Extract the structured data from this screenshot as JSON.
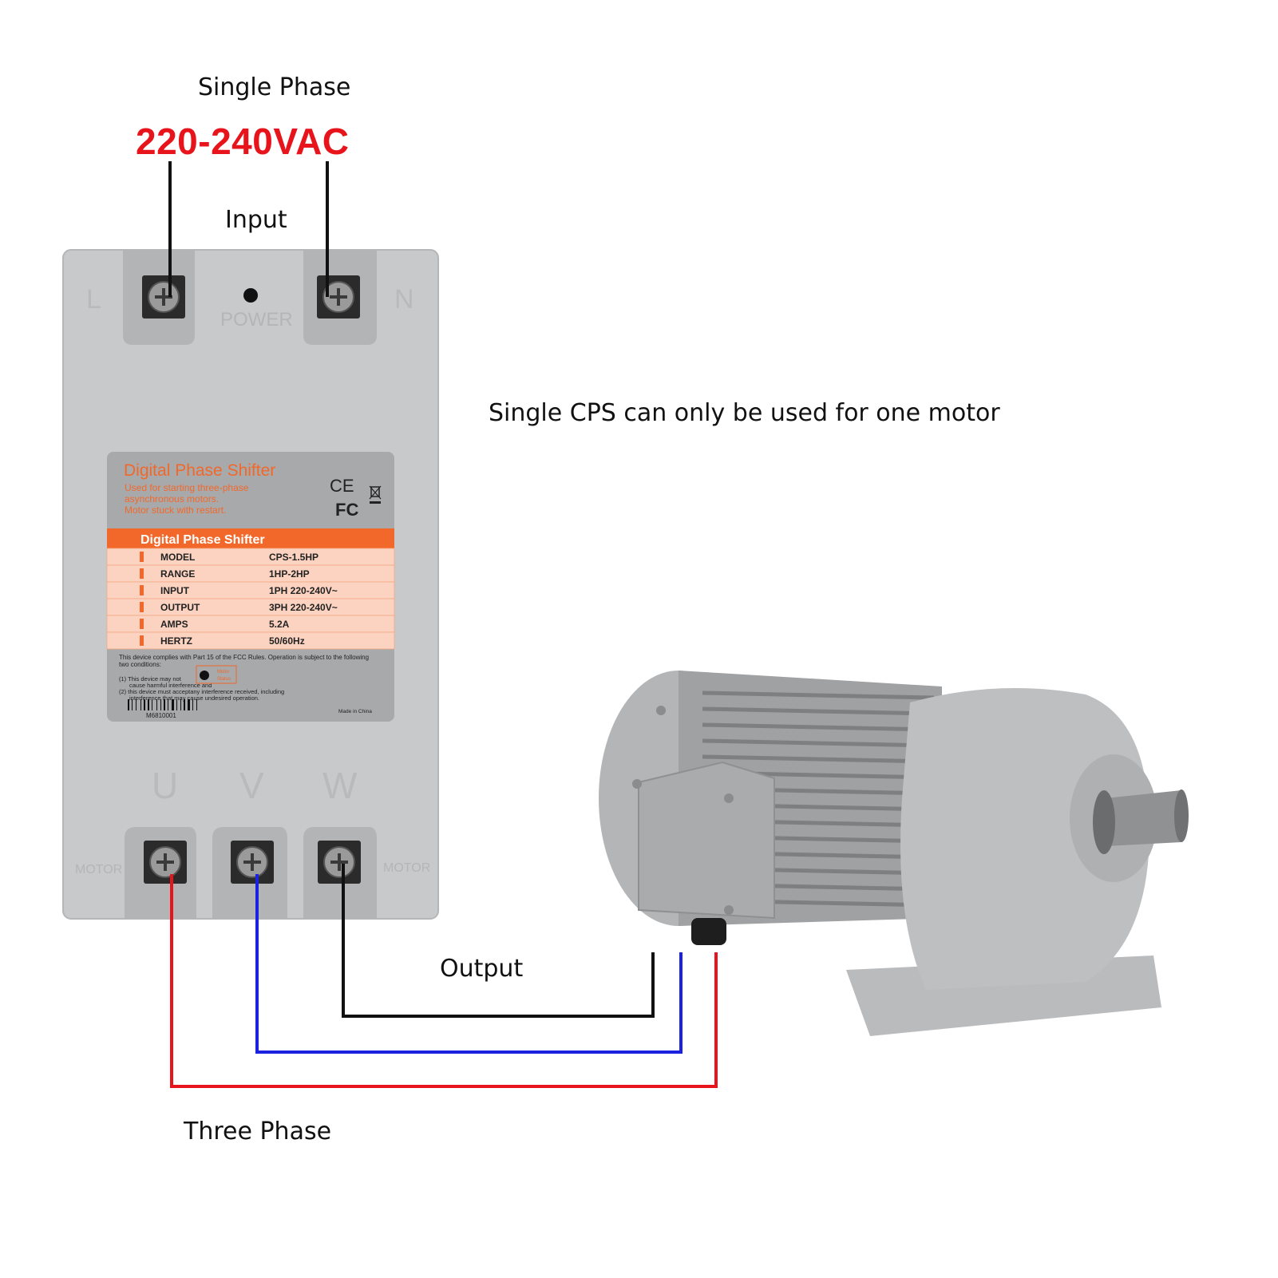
{
  "labels": {
    "single_phase": "Single Phase",
    "voltage": "220-240VAC",
    "input": "Input",
    "note": "Single CPS can only be used for one motor",
    "output": "Output",
    "three_phase": "Three Phase"
  },
  "device": {
    "terminal_top_left": "L",
    "terminal_top_right": "N",
    "power_label": "POWER",
    "terminal_u": "U",
    "terminal_v": "V",
    "terminal_w": "W",
    "motor_left": "MOTOR",
    "motor_right": "MOTOR",
    "nameplate": {
      "title": "Digital Phase Shifter",
      "desc_line1": "Used for starting three-phase",
      "desc_line2": "asynchronous motors.",
      "desc_line3": "Motor stuck with restart.",
      "ce_mark": "CE",
      "fc_mark": "FC",
      "header": "Digital Phase Shifter",
      "rows": [
        {
          "key": "MODEL",
          "value": "CPS-1.5HP"
        },
        {
          "key": "RANGE",
          "value": "1HP-2HP"
        },
        {
          "key": "INPUT",
          "value": "1PH 220-240V~"
        },
        {
          "key": "OUTPUT",
          "value": "3PH 220-240V~"
        },
        {
          "key": "AMPS",
          "value": "5.2A"
        },
        {
          "key": "HERTZ",
          "value": "50/60Hz"
        }
      ],
      "fcc_line1": "This device complies with Part 15 of the FCC Rules. Operation is subject to the following",
      "fcc_line2": "two conditions:",
      "fcc_cond1a": "(1) This device may not",
      "fcc_cond1b": "cause harmful interference and",
      "fcc_cond2a": "(2) this device must acceptany interference received, including",
      "fcc_cond2b": "interference that may cause undesired operation.",
      "motor_status_1": "Motor",
      "motor_status_2": "Status",
      "serial": "M6810001",
      "made_in": "Made in China"
    }
  },
  "colors": {
    "accent_red": "#e8141c",
    "wire_black": "#111111",
    "wire_blue": "#1a22e0",
    "wire_red": "#e8141c",
    "orange": "#f2682a",
    "device_gray": "#c9cacc"
  }
}
